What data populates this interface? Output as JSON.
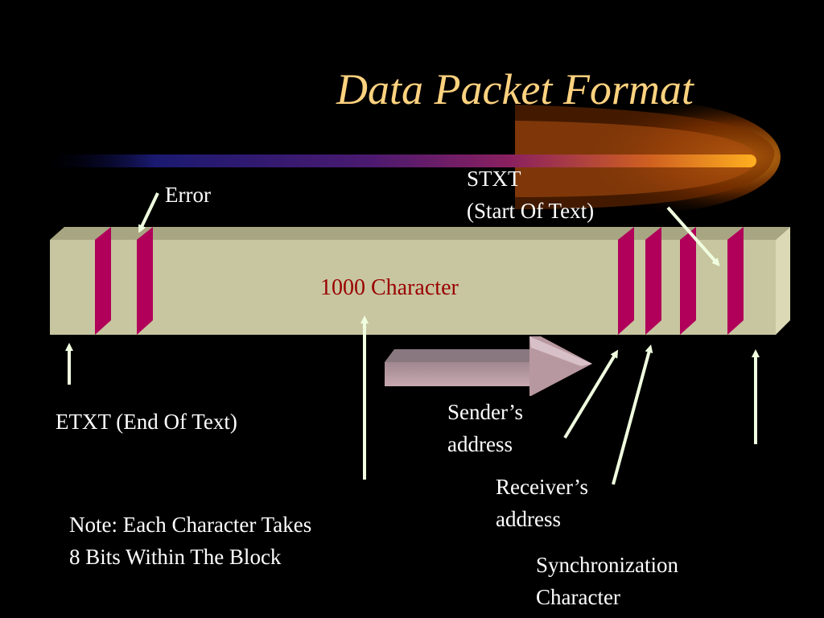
{
  "slide": {
    "title": "Data Packet Format",
    "block_label": "1000 Character",
    "colors": {
      "background": "#000000",
      "title": "#FFD27F",
      "block_face": "#C8C6A0",
      "block_top": "#A8A682",
      "block_side": "#DCDAB6",
      "marker": "#B0005A",
      "arrow": "#F0FFE0",
      "block_label": "#990000",
      "direction_arrow": "#C8A8B0"
    }
  },
  "labels": {
    "error": "Error",
    "stxt_line1": "STXT",
    "stxt_line2": "(Start Of Text)",
    "etxt": "ETXT (End Of Text)",
    "sender_line1": "Sender’s",
    "sender_line2": "address",
    "receiver_line1": "Receiver’s",
    "receiver_line2": "address",
    "sync_line1": "Synchronization",
    "sync_line2": "Character",
    "note_line1": "Note: Each Character Takes",
    "note_line2": "8 Bits Within The Block"
  }
}
